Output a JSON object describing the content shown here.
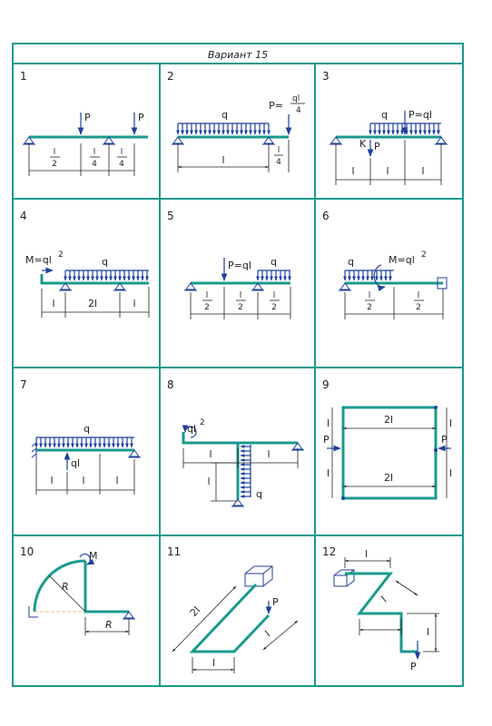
{
  "sheet": {
    "title": "Вариант 15",
    "colors": {
      "frame": "#1a9a8e",
      "beam": "#1a9a8e",
      "force": "#1e3f9e",
      "ink": "#222222"
    },
    "cells": [
      {
        "num": "1",
        "labels": {
          "p1": "P",
          "p2": "P",
          "d1": "l",
          "d1b": "2",
          "d2": "l",
          "d2b": "4",
          "d3": "l",
          "d3b": "4"
        }
      },
      {
        "num": "2",
        "labels": {
          "q": "q",
          "p": "P=",
          "pn": "ql",
          "pd": "4",
          "d1": "l",
          "d2": "l",
          "d2b": "4"
        }
      },
      {
        "num": "3",
        "labels": {
          "q": "q",
          "p1": "P=ql",
          "k": "K",
          "p2": "P",
          "d1": "l",
          "d2": "l",
          "d3": "l"
        }
      },
      {
        "num": "4",
        "labels": {
          "m": "M=ql",
          "mexp": "2",
          "q": "q",
          "d1": "l",
          "d2": "2l",
          "d3": "l"
        }
      },
      {
        "num": "5",
        "labels": {
          "p": "P=ql",
          "q": "q",
          "d1": "l",
          "d1b": "2",
          "d2": "l",
          "d2b": "2",
          "d3": "l",
          "d3b": "2"
        }
      },
      {
        "num": "6",
        "labels": {
          "q": "q",
          "m": "M=ql",
          "mexp": "2",
          "d1": "l",
          "d1b": "2",
          "d2": "l",
          "d2b": "2"
        }
      },
      {
        "num": "7",
        "labels": {
          "q": "q",
          "f": "ql",
          "d1": "l",
          "d2": "l",
          "d3": "l"
        }
      },
      {
        "num": "8",
        "labels": {
          "m": "ql",
          "mexp": "2",
          "d1": "l",
          "d2": "l",
          "d3": "l",
          "q": "q"
        }
      },
      {
        "num": "9",
        "labels": {
          "top": "2l",
          "bottom": "2l",
          "p1": "P",
          "p2": "P",
          "l1": "l",
          "l2": "l",
          "l3": "l",
          "l4": "l"
        }
      },
      {
        "num": "10",
        "labels": {
          "m": "M",
          "r1": "R",
          "r2": "R"
        }
      },
      {
        "num": "11",
        "labels": {
          "p": "P",
          "d1": "2l",
          "d2": "l",
          "d3": "l"
        }
      },
      {
        "num": "12",
        "labels": {
          "d1": "l",
          "d2": "l",
          "d3": "l",
          "p": "P"
        }
      }
    ]
  }
}
